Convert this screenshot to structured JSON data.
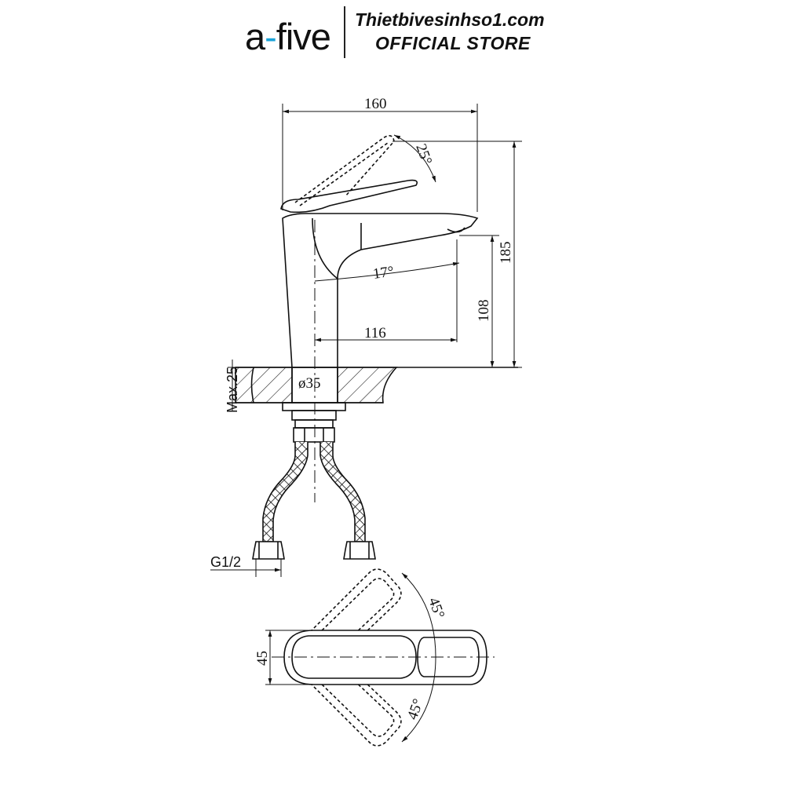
{
  "brand": {
    "logo_prefix": "a",
    "logo_mid": "-",
    "logo_suffix": "five",
    "store_url": "Thietbivesinhso1.com",
    "store_label": "OFFICIAL STORE",
    "accent_color": "#1aa3d9"
  },
  "dimensions": {
    "total_width": "160",
    "total_height": "185",
    "spout_height": "108",
    "spout_reach": "116",
    "handle_angle": "25°",
    "spout_angle": "17°",
    "base_diameter": "ø35",
    "max_thickness": "Max.25",
    "thread": "G1/2",
    "top_width": "45",
    "rotate_upper": "45°",
    "rotate_lower": "45°"
  },
  "icons": {
    "logo": "a-five-logo",
    "drawing": "faucet-technical-drawing"
  }
}
